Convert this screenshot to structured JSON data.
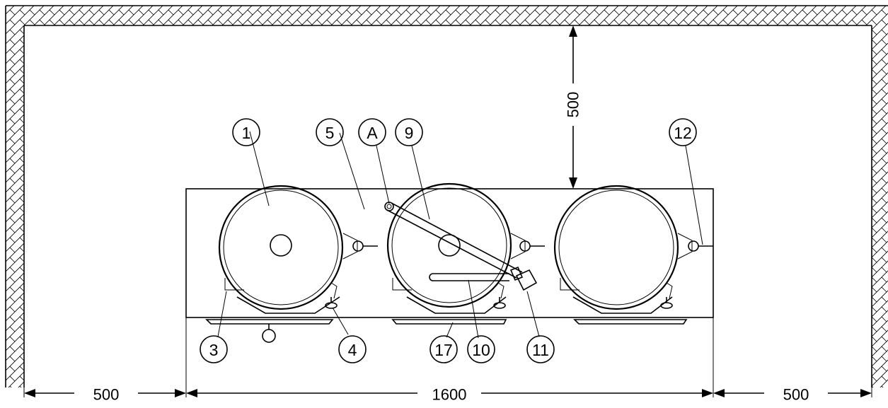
{
  "diagram": {
    "callouts": [
      "1",
      "5",
      "A",
      "9",
      "12",
      "3",
      "4",
      "17",
      "10",
      "11"
    ],
    "dimensions": {
      "top_clearance": "500",
      "left_clearance": "500",
      "total_width": "1600",
      "right_clearance": "500"
    }
  }
}
